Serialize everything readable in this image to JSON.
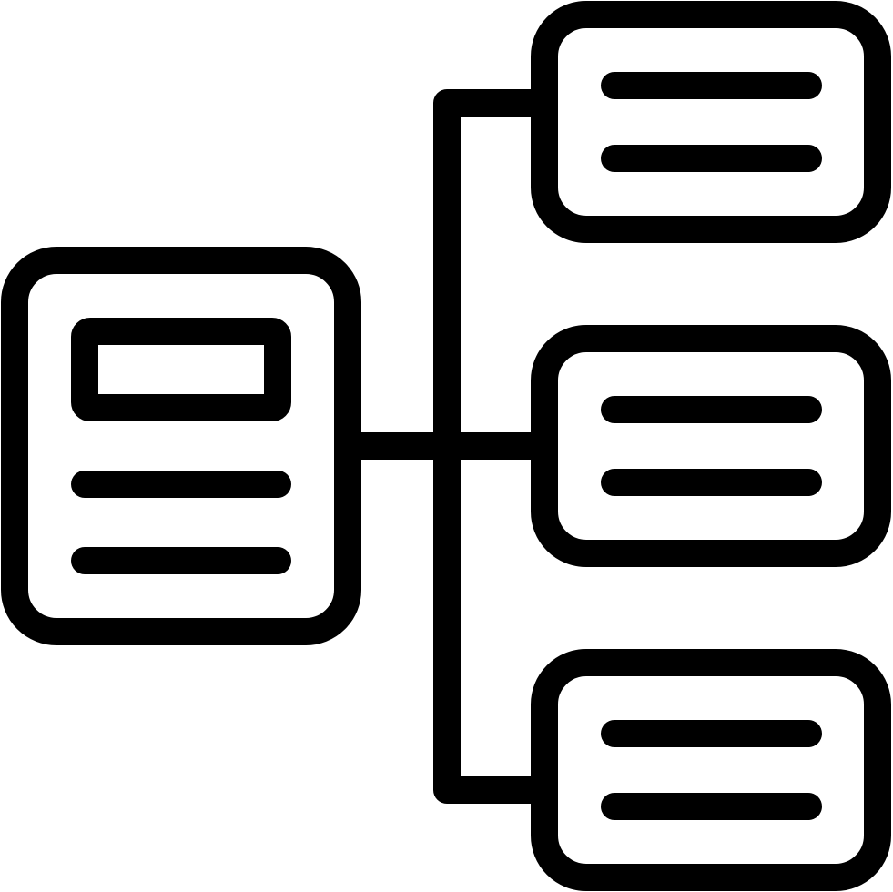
{
  "icon": {
    "name": "hierarchy-structure-icon",
    "style": "outline",
    "stroke_color": "#000000",
    "background_color": "#ffffff"
  },
  "diagram": {
    "type": "tree",
    "root": {
      "icon": "document-card-icon",
      "has_header_block": true,
      "text_lines": 2
    },
    "children": [
      {
        "icon": "list-card-icon",
        "text_lines": 2
      },
      {
        "icon": "list-card-icon",
        "text_lines": 2
      },
      {
        "icon": "list-card-icon",
        "text_lines": 2
      }
    ],
    "connector": "bracket-with-three-branches"
  }
}
